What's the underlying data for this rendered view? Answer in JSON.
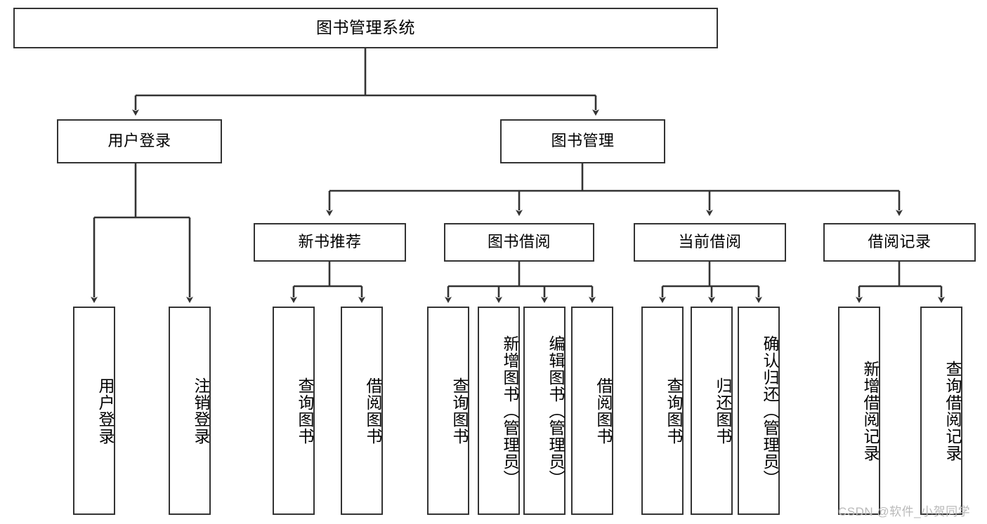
{
  "diagram": {
    "title": "图书管理系统",
    "type": "tree-hierarchy-diagram",
    "watermark": "CSDN @软件_小贺同学",
    "colors": {
      "box_border": "#333333",
      "box_fill": "#ffffff",
      "connector": "#333333",
      "text": "#000000",
      "watermark": "#b9b9b9",
      "background": "#ffffff"
    },
    "levels": {
      "root": "图书管理系统",
      "level2": [
        "用户登录",
        "图书管理"
      ],
      "level3": [
        "新书推荐",
        "图书借阅",
        "当前借阅",
        "借阅记录"
      ]
    },
    "nodes": {
      "root": {
        "label": "图书管理系统"
      },
      "user_login": {
        "label": "用户登录"
      },
      "book_manage": {
        "label": "图书管理"
      },
      "new_book_rec": {
        "label": "新书推荐"
      },
      "book_borrow": {
        "label": "图书借阅"
      },
      "current_borrow": {
        "label": "当前借阅"
      },
      "borrow_record": {
        "label": "借阅记录"
      },
      "leaf_user_login": {
        "label": "用户登录"
      },
      "leaf_logout": {
        "label": "注销登录"
      },
      "leaf_query_book_1": {
        "label": "查询图书"
      },
      "leaf_borrow_book_1": {
        "label": "借阅图书"
      },
      "leaf_query_book_2": {
        "label": "查询图书"
      },
      "leaf_add_book": {
        "label": "新增图书（管理员）"
      },
      "leaf_edit_book": {
        "label": "编辑图书（管理员）"
      },
      "leaf_borrow_book_2": {
        "label": "借阅图书"
      },
      "leaf_query_book_3": {
        "label": "查询图书"
      },
      "leaf_return_book": {
        "label": "归还图书"
      },
      "leaf_confirm_return": {
        "label": "确认归还（管理员）"
      },
      "leaf_add_record": {
        "label": "新增借阅记录"
      },
      "leaf_query_record": {
        "label": "查询借阅记录"
      }
    },
    "edges": [
      {
        "from": "root",
        "to": "user_login"
      },
      {
        "from": "root",
        "to": "book_manage"
      },
      {
        "from": "user_login",
        "to": "leaf_user_login"
      },
      {
        "from": "user_login",
        "to": "leaf_logout"
      },
      {
        "from": "book_manage",
        "to": "new_book_rec"
      },
      {
        "from": "book_manage",
        "to": "book_borrow"
      },
      {
        "from": "book_manage",
        "to": "current_borrow"
      },
      {
        "from": "book_manage",
        "to": "borrow_record"
      },
      {
        "from": "new_book_rec",
        "to": "leaf_query_book_1"
      },
      {
        "from": "new_book_rec",
        "to": "leaf_borrow_book_1"
      },
      {
        "from": "book_borrow",
        "to": "leaf_query_book_2"
      },
      {
        "from": "book_borrow",
        "to": "leaf_add_book"
      },
      {
        "from": "book_borrow",
        "to": "leaf_edit_book"
      },
      {
        "from": "book_borrow",
        "to": "leaf_borrow_book_2"
      },
      {
        "from": "current_borrow",
        "to": "leaf_query_book_3"
      },
      {
        "from": "current_borrow",
        "to": "leaf_return_book"
      },
      {
        "from": "current_borrow",
        "to": "leaf_confirm_return"
      },
      {
        "from": "borrow_record",
        "to": "leaf_add_record"
      },
      {
        "from": "borrow_record",
        "to": "leaf_query_record"
      }
    ]
  }
}
